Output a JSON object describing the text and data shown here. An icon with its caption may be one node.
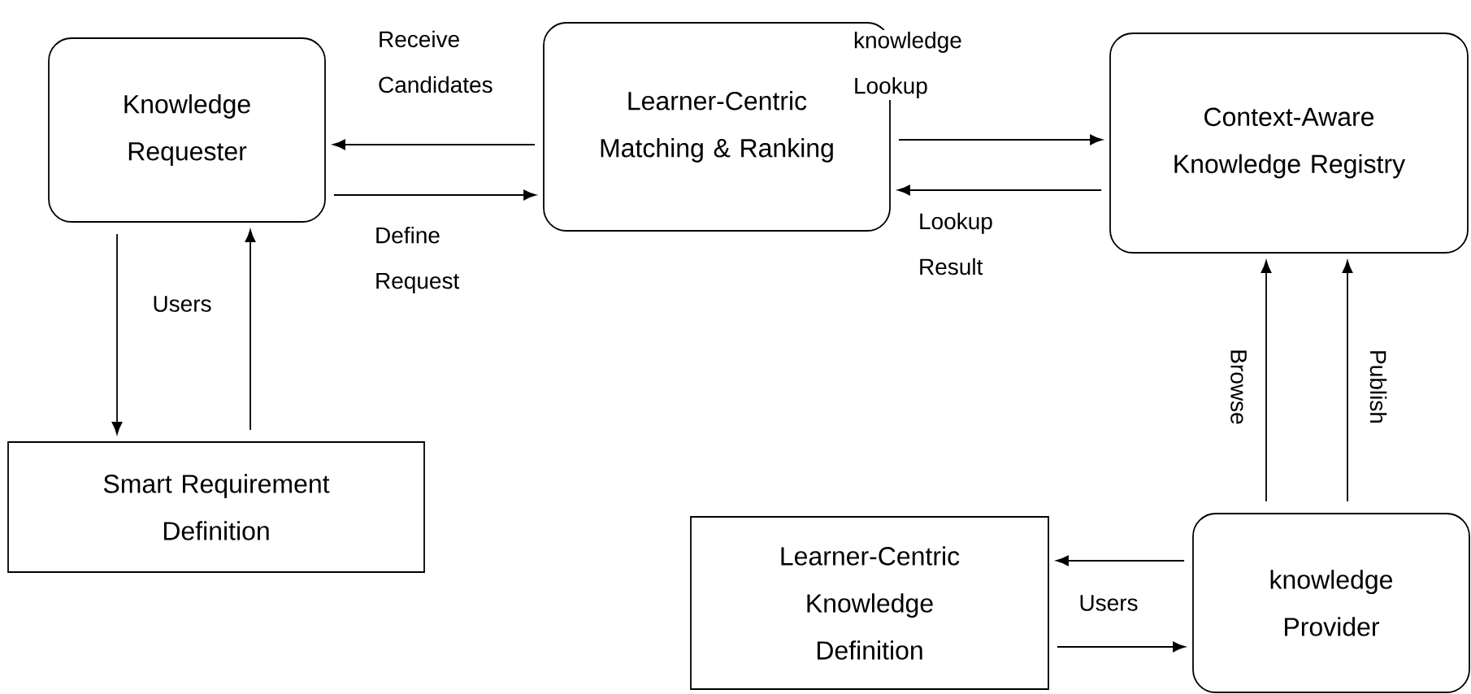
{
  "diagram": {
    "nodes": [
      {
        "text": [
          "Knowledge Requester"
        ]
      },
      {
        "text": [
          "Learner-Centric Matching & Ranking"
        ]
      },
      {
        "text": [
          "Context-Aware Knowledge Registry"
        ]
      },
      {
        "text": [
          "Smart Requirement Definition"
        ]
      },
      {
        "text": [
          "Learner-Centric Knowledge Definition"
        ]
      },
      {
        "text": [
          "knowledge Provider"
        ]
      }
    ],
    "edges": [
      {
        "from": 1,
        "to": 0,
        "arrow": "to",
        "label": "Receive Candidates"
      },
      {
        "from": 0,
        "to": 1,
        "arrow": "to",
        "label": "Define Request"
      },
      {
        "from": 1,
        "to": 2,
        "arrow": "to",
        "label": "knowledge Lookup"
      },
      {
        "from": 2,
        "to": 1,
        "arrow": "to",
        "label": "Lookup Result"
      },
      {
        "from": 0,
        "to": 3,
        "arrow": "to",
        "label": "Users"
      },
      {
        "from": 3,
        "to": 0,
        "arrow": "to"
      },
      {
        "from": 5,
        "to": 2,
        "arrow": "to",
        "label": "Browse"
      },
      {
        "from": 5,
        "to": 2,
        "arrow": "to",
        "label": "Publish"
      },
      {
        "from": 5,
        "to": 4,
        "arrow": "to",
        "label": "Users"
      },
      {
        "from": 4,
        "to": 5,
        "arrow": "to"
      }
    ]
  }
}
